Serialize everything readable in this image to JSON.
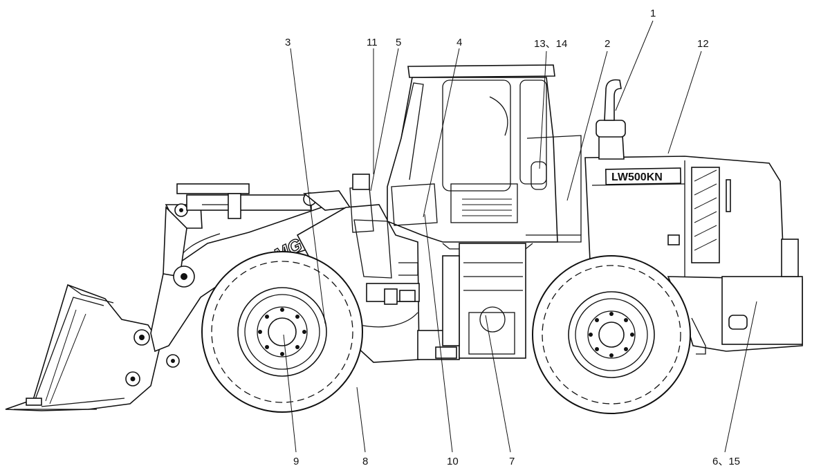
{
  "brand": "XCMG",
  "model_plate": "LW500KN",
  "callouts": [
    {
      "id": "c1",
      "text": "1"
    },
    {
      "id": "c2",
      "text": "2"
    },
    {
      "id": "c3",
      "text": "3"
    },
    {
      "id": "c4",
      "text": "4"
    },
    {
      "id": "c5",
      "text": "5"
    },
    {
      "id": "c7",
      "text": "7"
    },
    {
      "id": "c8",
      "text": "8"
    },
    {
      "id": "c9",
      "text": "9"
    },
    {
      "id": "c10",
      "text": "10"
    },
    {
      "id": "c11",
      "text": "11"
    },
    {
      "id": "c12",
      "text": "12"
    },
    {
      "id": "c13",
      "text": "13、14"
    },
    {
      "id": "c6",
      "text": "6、15"
    }
  ]
}
